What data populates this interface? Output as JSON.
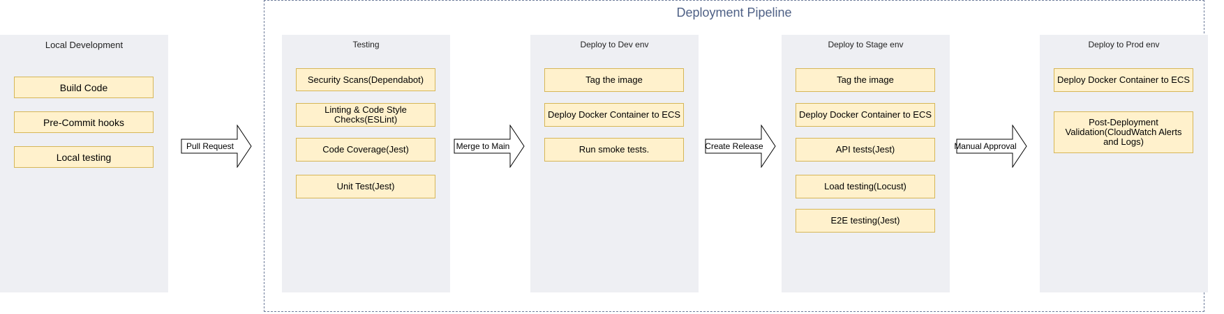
{
  "pipeline": {
    "title": "Deployment Pipeline"
  },
  "stages": {
    "local": {
      "title": "Local Development",
      "tasks": [
        "Build Code",
        "Pre-Commit hooks",
        "Local testing"
      ]
    },
    "testing": {
      "title": "Testing",
      "tasks": [
        "Security Scans(Dependabot)",
        "Linting & Code Style Checks(ESLint)",
        "Code Coverage(Jest)",
        "Unit Test(Jest)"
      ]
    },
    "dev": {
      "title": "Deploy to Dev env",
      "tasks": [
        "Tag the image",
        "Deploy Docker Container to ECS",
        "Run smoke tests."
      ]
    },
    "stage": {
      "title": "Deploy to Stage env",
      "tasks": [
        "Tag the image",
        "Deploy Docker Container to ECS",
        "API tests(Jest)",
        "Load testing(Locust)",
        "E2E testing(Jest)"
      ]
    },
    "prod": {
      "title": "Deploy to Prod env",
      "tasks": [
        "Deploy Docker Container to ECS",
        "Post-Deployment Validation(CloudWatch Alerts and Logs)"
      ]
    }
  },
  "arrows": [
    "Pull Request",
    "Merge to Main",
    "Create Release",
    "Manual Approval"
  ],
  "colors": {
    "stage_background": "#eeeff3",
    "task_fill": "#fff1cc",
    "task_border": "#d6b656",
    "pipeline_border": "#6c7a99",
    "pipeline_title": "#4f6186"
  }
}
